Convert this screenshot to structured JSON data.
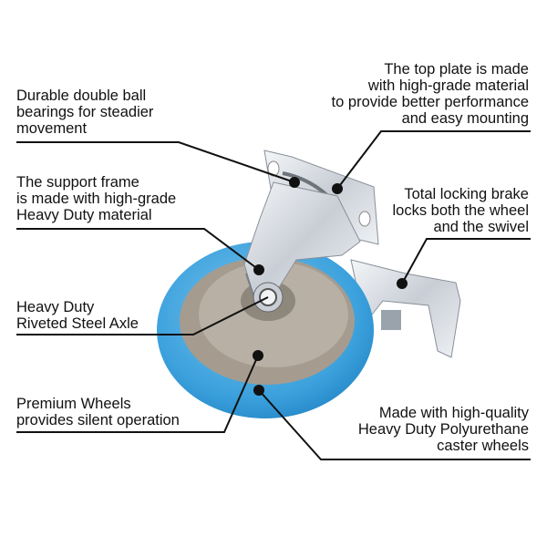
{
  "colors": {
    "wheel_blue": "#3aa0dc",
    "hub_grey": "#a49b8e",
    "steel": "#d9dde2",
    "line": "#111111"
  },
  "callouts": [
    {
      "id": "bearings",
      "lines": [
        "Durable double ball",
        "bearings for steadier",
        "movement"
      ]
    },
    {
      "id": "top-plate",
      "lines": [
        "The top plate is made",
        "with high-grade material",
        "to provide better performance",
        "and easy mounting"
      ]
    },
    {
      "id": "support-frame",
      "lines": [
        "The support frame",
        "is made with high-grade",
        "Heavy Duty material"
      ]
    },
    {
      "id": "brake",
      "lines": [
        "Total locking brake",
        "locks both the wheel",
        "and the swivel"
      ]
    },
    {
      "id": "axle",
      "lines": [
        "Heavy Duty",
        "Riveted Steel Axle"
      ]
    },
    {
      "id": "wheels",
      "lines": [
        "Premium Wheels",
        "provides silent operation"
      ]
    },
    {
      "id": "polyurethane",
      "lines": [
        "Made with high-quality",
        "Heavy Duty Polyurethane",
        "caster wheels"
      ]
    }
  ]
}
